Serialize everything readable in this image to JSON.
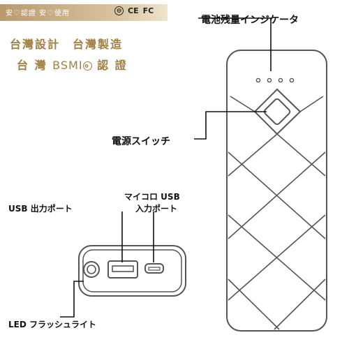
{
  "banner": {
    "text_a": "安",
    "text_b": "認證 安",
    "text_c": "使用",
    "certs": [
      "⊖",
      "CE",
      "FC"
    ]
  },
  "origin": {
    "line1": "台灣設計　台灣製造",
    "line2_a": "台 灣",
    "line2_b": "BSMI",
    "line2_c": "認 證"
  },
  "labels": {
    "battery_indicator": "電池残量インジケータ",
    "power_switch": "電源スイッチ",
    "usb_out": "USB 出力ポート",
    "micro_usb_1": "マイコロ USB",
    "micro_usb_2": "入力ポート",
    "led_flash": "LED フラッシュライト"
  },
  "colors": {
    "gold": "#9e7f45",
    "outline": "#555555",
    "banner": "#c9b18a"
  }
}
